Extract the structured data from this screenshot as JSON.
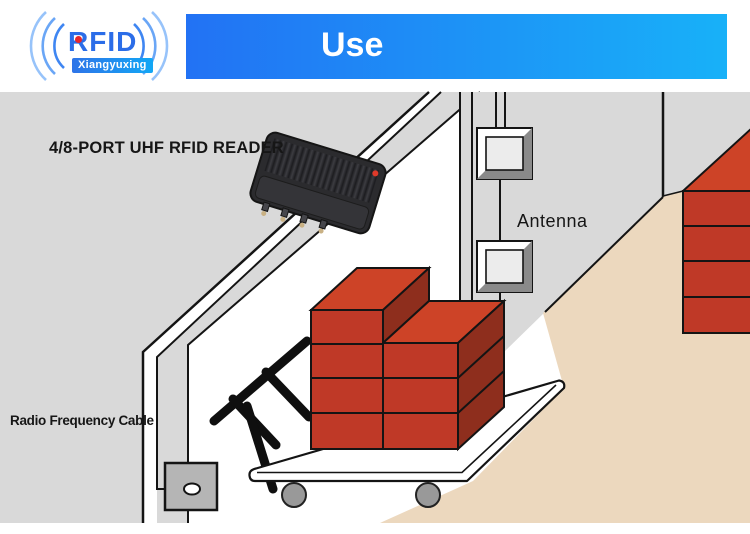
{
  "logo": {
    "brand": "RFID",
    "subtitle": "Xiangyuxing"
  },
  "banner": {
    "title": "Use"
  },
  "scene": {
    "reader_label": "4/8-PORT UHF RFID READER",
    "antenna_label": "Antenna",
    "cable_label": "Radio Frequency Cable"
  },
  "colors": {
    "banner_l": "#2272f4",
    "banner_r": "#18b1f8",
    "brand_blue": "#2b6de8",
    "logo_red": "#e8262a",
    "wall": "#d9d9d9",
    "floor": "#ecd8be",
    "box_front": "#bf3927",
    "box_top": "#cd4327",
    "box_side": "#8e2e1d",
    "outline": "#141414",
    "outlet": "#b5b5b5",
    "wheel": "#999999"
  }
}
